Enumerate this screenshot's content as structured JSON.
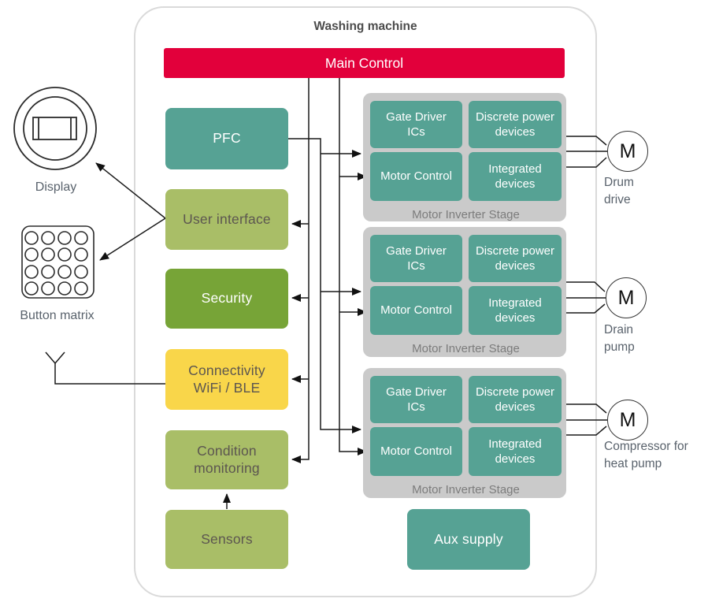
{
  "title": "Washing machine",
  "colors": {
    "red": "#E2003B",
    "teal": "#56A294",
    "olive": "#A9BE67",
    "green": "#77A437",
    "yellow": "#F9D64A",
    "stage_bg": "#CACACA"
  },
  "main_control": {
    "label": "Main Control"
  },
  "left_column": [
    {
      "label": "PFC"
    },
    {
      "label": "User interface"
    },
    {
      "label": "Security"
    },
    {
      "label": "Connectivity\nWiFi / BLE"
    },
    {
      "label": "Condition\nmonitoring"
    },
    {
      "label": "Sensors"
    }
  ],
  "stages": [
    {
      "blocks": {
        "gate_driver": "Gate Driver\nICs",
        "discrete_power": "Discrete power\ndevices",
        "motor_control": "Motor Control",
        "integrated": "Integrated\ndevices"
      },
      "caption": "Motor Inverter Stage",
      "motor": {
        "symbol": "M",
        "label": "Drum\ndrive"
      }
    },
    {
      "blocks": {
        "gate_driver": "Gate Driver\nICs",
        "discrete_power": "Discrete power\ndevices",
        "motor_control": "Motor Control",
        "integrated": "Integrated\ndevices"
      },
      "caption": "Motor Inverter Stage",
      "motor": {
        "symbol": "M",
        "label": "Drain\npump"
      }
    },
    {
      "blocks": {
        "gate_driver": "Gate Driver\nICs",
        "discrete_power": "Discrete power\ndevices",
        "motor_control": "Motor Control",
        "integrated": "Integrated\ndevices"
      },
      "caption": "Motor Inverter Stage",
      "motor": {
        "symbol": "M",
        "label": "Compressor for\nheat pump"
      }
    }
  ],
  "aux_supply": {
    "label": "Aux supply"
  },
  "peripherals": {
    "display": {
      "label": "Display",
      "icon": "display-icon"
    },
    "button_matrix": {
      "label": "Button matrix",
      "icon": "button-matrix-icon"
    },
    "antenna": {
      "icon": "antenna-icon"
    }
  }
}
